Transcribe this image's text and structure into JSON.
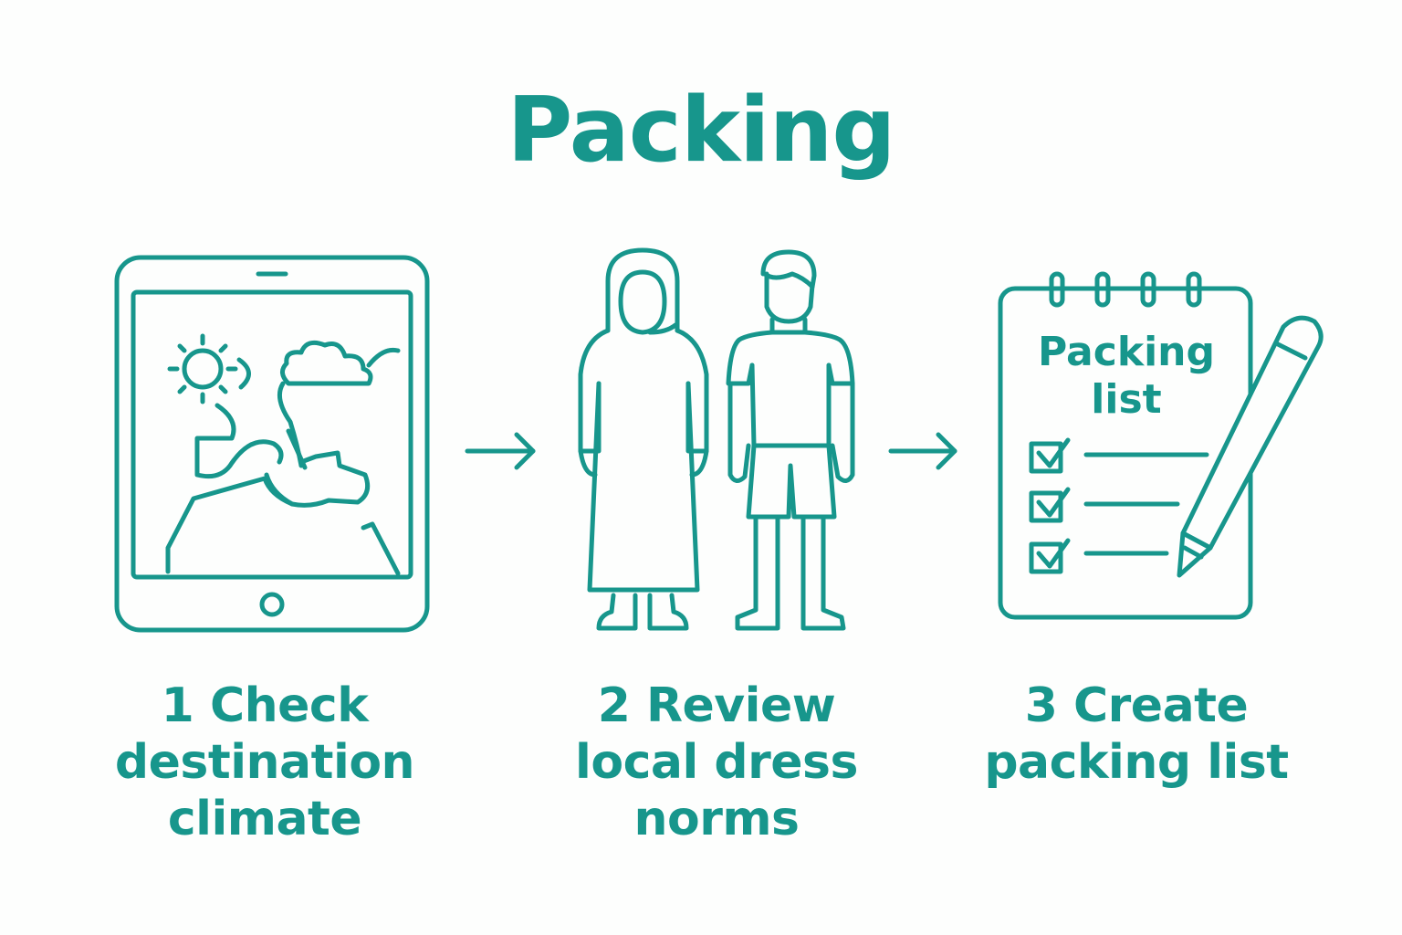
{
  "title": "Packing",
  "colors": {
    "accent": "#17968c",
    "background": "#fdfefd"
  },
  "steps": [
    {
      "icon": "tablet-weather-map-icon",
      "label": "1 Check\ndestination\nclimate"
    },
    {
      "icon": "people-dress-icon",
      "label": "2 Review\nlocal dress\nnorms"
    },
    {
      "icon": "notepad-checklist-icon",
      "label": "3 Create\npacking list"
    }
  ],
  "notepad": {
    "heading_line1": "Packing",
    "heading_line2": "list"
  }
}
